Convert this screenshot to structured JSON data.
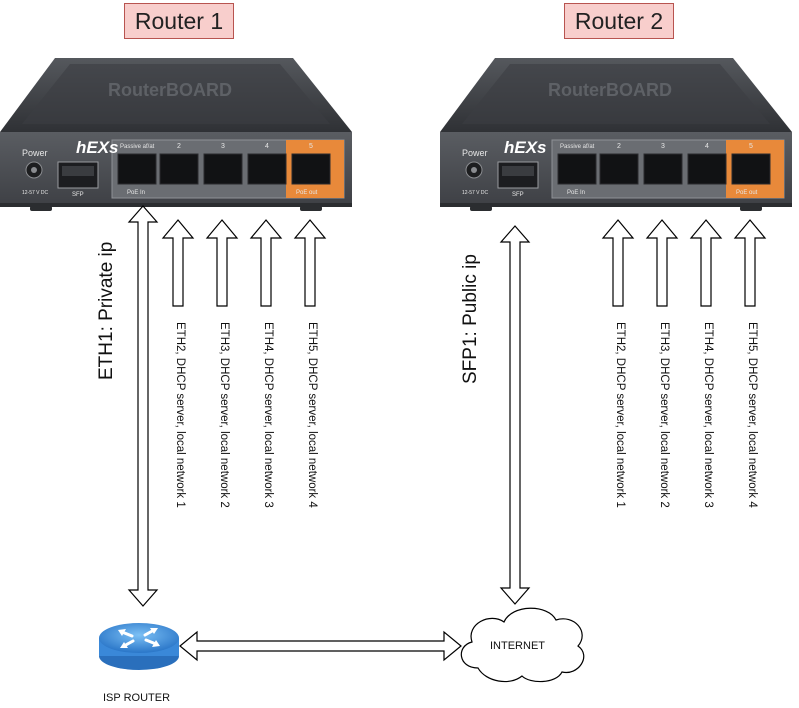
{
  "router1": {
    "title": "Router 1",
    "brand": "hEXs",
    "power_label": "Power",
    "dc_label": "12-57 V DC",
    "sfp_label": "SFP",
    "port1_top": "Passive af/at",
    "port1_label": "PoE In",
    "port_numbers": [
      "2",
      "3",
      "4",
      "5"
    ],
    "port5_label": "PoE out",
    "uplink_label": "ETH1: Private ip",
    "lan_labels": [
      "ETH2, DHCP server, local network 1",
      "ETH3, DHCP server, local network 2",
      "ETH4, DHCP server, local network 3",
      "ETH5, DHCP server, local network 4"
    ]
  },
  "router2": {
    "title": "Router 2",
    "brand": "hEXs",
    "power_label": "Power",
    "dc_label": "12-57 V DC",
    "sfp_label": "SFP",
    "port1_top": "Passive af/at",
    "port1_label": "PoE In",
    "port_numbers": [
      "2",
      "3",
      "4",
      "5"
    ],
    "port5_label": "PoE out",
    "uplink_label": "SFP1: Public ip",
    "lan_labels": [
      "ETH2, DHCP server, local network 1",
      "ETH3, DHCP server, local network 2",
      "ETH4, DHCP server, local network 3",
      "ETH5, DHCP server, local network 4"
    ]
  },
  "isp_router": {
    "label": "ISP ROUTER"
  },
  "internet": {
    "label": "INTERNET"
  },
  "colors": {
    "title_fill": "#f8cecc",
    "title_border": "#b85450",
    "router_body": "#4a4d52",
    "router_top": "#3a3c40",
    "port_highlight": "#e8893a",
    "isp_router_blue": "#3a88d8"
  }
}
